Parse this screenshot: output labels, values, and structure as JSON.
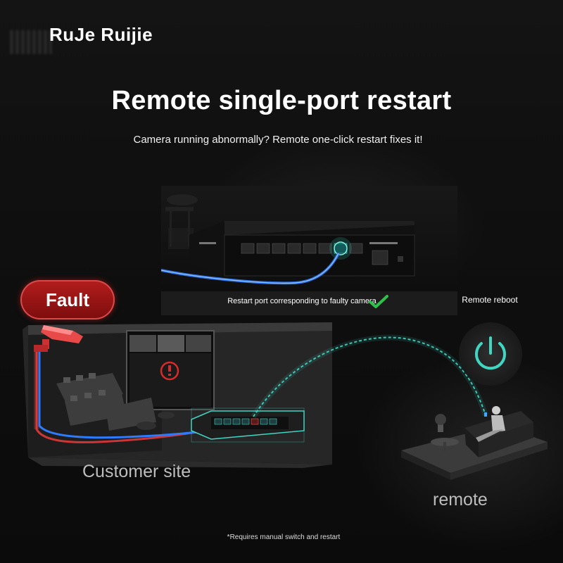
{
  "brand": {
    "name": "RuJe Ruijie"
  },
  "headline": {
    "title": "Remote single-port restart",
    "subtitle": "Camera running abnormally? Remote one-click restart fixes it!"
  },
  "switch_panel": {
    "caption": "Restart port corresponding to faulty camera"
  },
  "fault": {
    "label": "Fault"
  },
  "remote": {
    "reboot_label": "Remote reboot",
    "location_label": "remote"
  },
  "site": {
    "label": "Customer site"
  },
  "footnote": "*Requires manual switch and restart",
  "colors": {
    "fault_red": "#b31d1d",
    "link_cyan": "#3fd6c2",
    "check_green": "#2ec04a",
    "cable_blue": "#2d7cff"
  },
  "icons": [
    "camera-icon",
    "power-icon",
    "checkmark-icon",
    "alert-icon"
  ]
}
